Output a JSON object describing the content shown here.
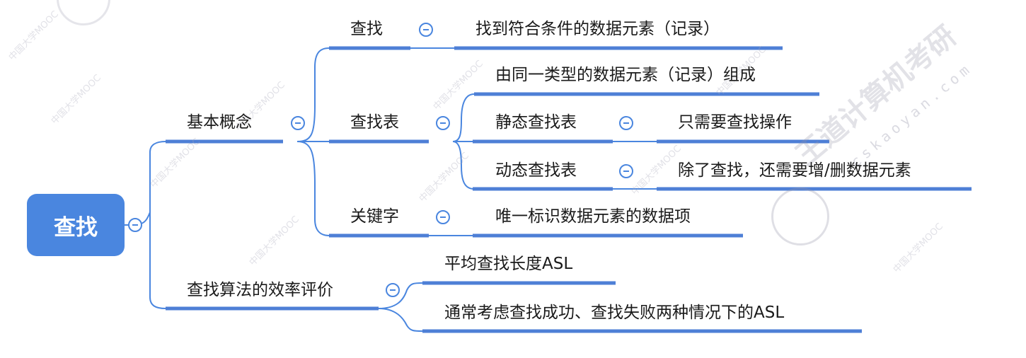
{
  "root": {
    "label": "查找"
  },
  "branches": {
    "basic_concepts": "基本概念",
    "search": "查找",
    "search_def": "找到符合条件的数据元素（记录）",
    "search_table": "查找表",
    "search_table_def": "由同一类型的数据元素（记录）组成",
    "static_table": "静态查找表",
    "static_table_def": "只需要查找操作",
    "dynamic_table": "动态查找表",
    "dynamic_table_def": "除了查找，还需要增/删数据元素",
    "keyword": "关键字",
    "keyword_def": "唯一标识数据元素的数据项",
    "efficiency": "查找算法的效率评价",
    "asl": "平均查找长度ASL",
    "asl_note": "通常考虑查找成功、查找失败两种情况下的ASL"
  },
  "watermark": {
    "diagonal": "中国大学MOOC",
    "brand": "王道计算机考研",
    "url": "cskaoyan.com"
  },
  "colors": {
    "accent": "#4a86df",
    "line": "#4a86df",
    "underline": "#4e7fd6"
  }
}
